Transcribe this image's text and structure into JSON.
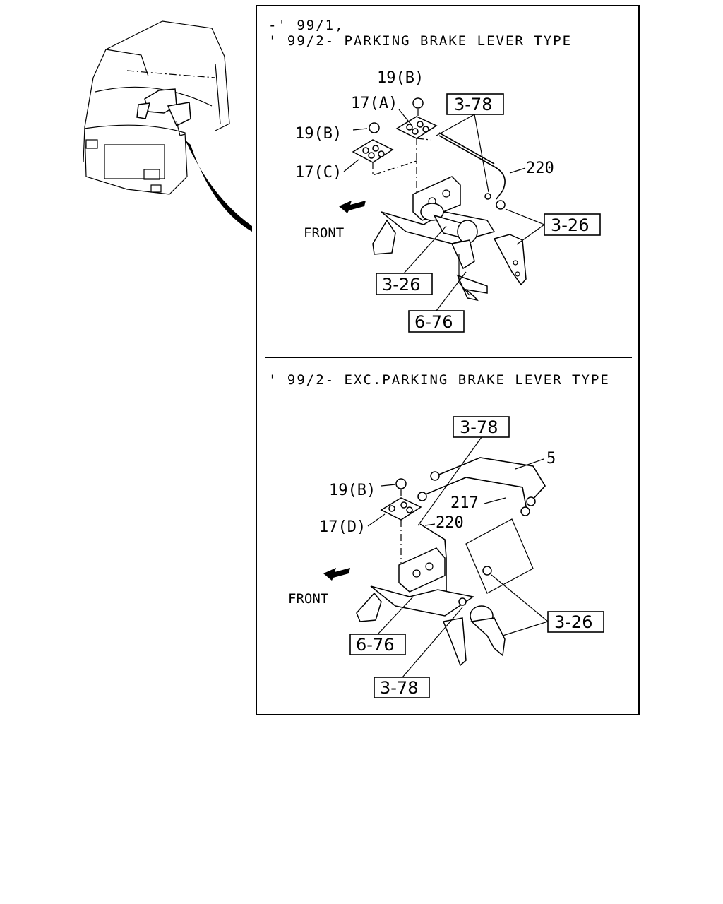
{
  "upper_panel": {
    "heading_line1": "-' 99/1,",
    "heading_line2": "' 99/2- PARKING BRAKE LEVER TYPE",
    "labels": {
      "p19b": "19(B)",
      "p17a": "17(A)",
      "p19b_2": "19(B)",
      "p17c": "17(C)",
      "p220": "220",
      "front": "FRONT"
    },
    "refs": {
      "ref_3_78": "3-78",
      "ref_3_26_right": "3-26",
      "ref_3_26_left": "3-26",
      "ref_6_76": "6-76"
    }
  },
  "lower_panel": {
    "heading": "' 99/2- EXC.PARKING BRAKE LEVER TYPE",
    "labels": {
      "p5": "5",
      "p19b": "19(B)",
      "p217": "217",
      "p220": "220",
      "p17d": "17(D)",
      "front": "FRONT"
    },
    "refs": {
      "ref_3_78_top": "3-78",
      "ref_3_26": "3-26",
      "ref_6_76": "6-76",
      "ref_3_78_bottom": "3-78"
    }
  }
}
